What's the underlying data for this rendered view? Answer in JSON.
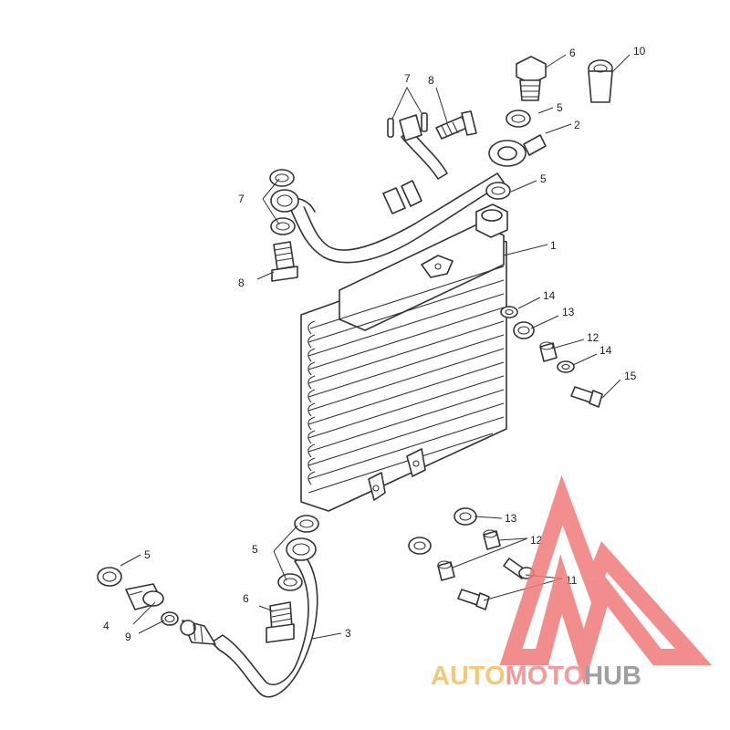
{
  "labels": {
    "n1": "1",
    "n2": "2",
    "n3": "3",
    "n4": "4",
    "n5a": "5",
    "n5b": "5",
    "n5c": "5",
    "n5d": "5",
    "n6a": "6",
    "n6b": "6",
    "n7a": "7",
    "n7b": "7",
    "n8a": "8",
    "n8b": "8",
    "n9": "9",
    "n10": "10",
    "n11": "11",
    "n12a": "12",
    "n12b": "12",
    "n13a": "13",
    "n13b": "13",
    "n14a": "14",
    "n14b": "14",
    "n15": "15"
  },
  "watermark": {
    "part_a": "AUTO",
    "part_b": "MOTO",
    "part_c": "HUB",
    "colors": {
      "auto": "#f0c060",
      "moto": "#f08a8a",
      "hub": "#909090",
      "triangle": "#f07a7a"
    }
  }
}
